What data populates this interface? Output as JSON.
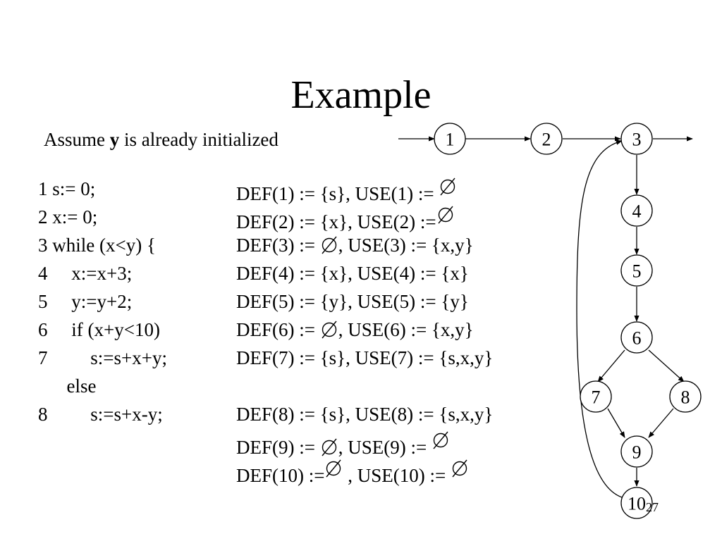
{
  "title": "Example",
  "assumption": {
    "before": "Assume ",
    "var": "y",
    "after": " is already initialized"
  },
  "code_lines": [
    "1 s:= 0;",
    "2 x:= 0;",
    "3 while (x<y) {",
    "4     x:=x+3;",
    "5     y:=y+2;",
    "6     if (x+y<10)",
    "7         s:=s+x+y;",
    "      else",
    "8         s:=s+x-y;"
  ],
  "def_use": [
    {
      "a": "DEF(1) := {s}, USE(1) := ",
      "b": ""
    },
    {
      "a": "DEF(2) := {x}, USE(2) :=",
      "b": ""
    },
    {
      "a": "DEF(3) := ",
      "b": ", USE(3) := {x,y}"
    },
    {
      "a": "DEF(4) := {x}, USE(4) := {x}",
      "b": ""
    },
    {
      "a": "DEF(5) := {y}, USE(5) := {y}",
      "b": ""
    },
    {
      "a": "DEF(6) := ",
      "b": ",  USE(6) := {x,y}"
    },
    {
      "a": "DEF(7) := {s}, USE(7) := {s,x,y}",
      "b": ""
    },
    {
      "a": "DEF(8) := {s}, USE(8) := {s,x,y}",
      "b": ""
    },
    {
      "a": "DEF(9) := ",
      "b": ",  USE(9) := "
    },
    {
      "a": "DEF(10) :=",
      "b": " , USE(10) := "
    }
  ],
  "cfg_nodes": [
    "1",
    "2",
    "3",
    "4",
    "5",
    "6",
    "7",
    "8",
    "9",
    "10"
  ],
  "page_number": "27",
  "colors": {
    "ink": "#000000",
    "background": "#ffffff"
  }
}
